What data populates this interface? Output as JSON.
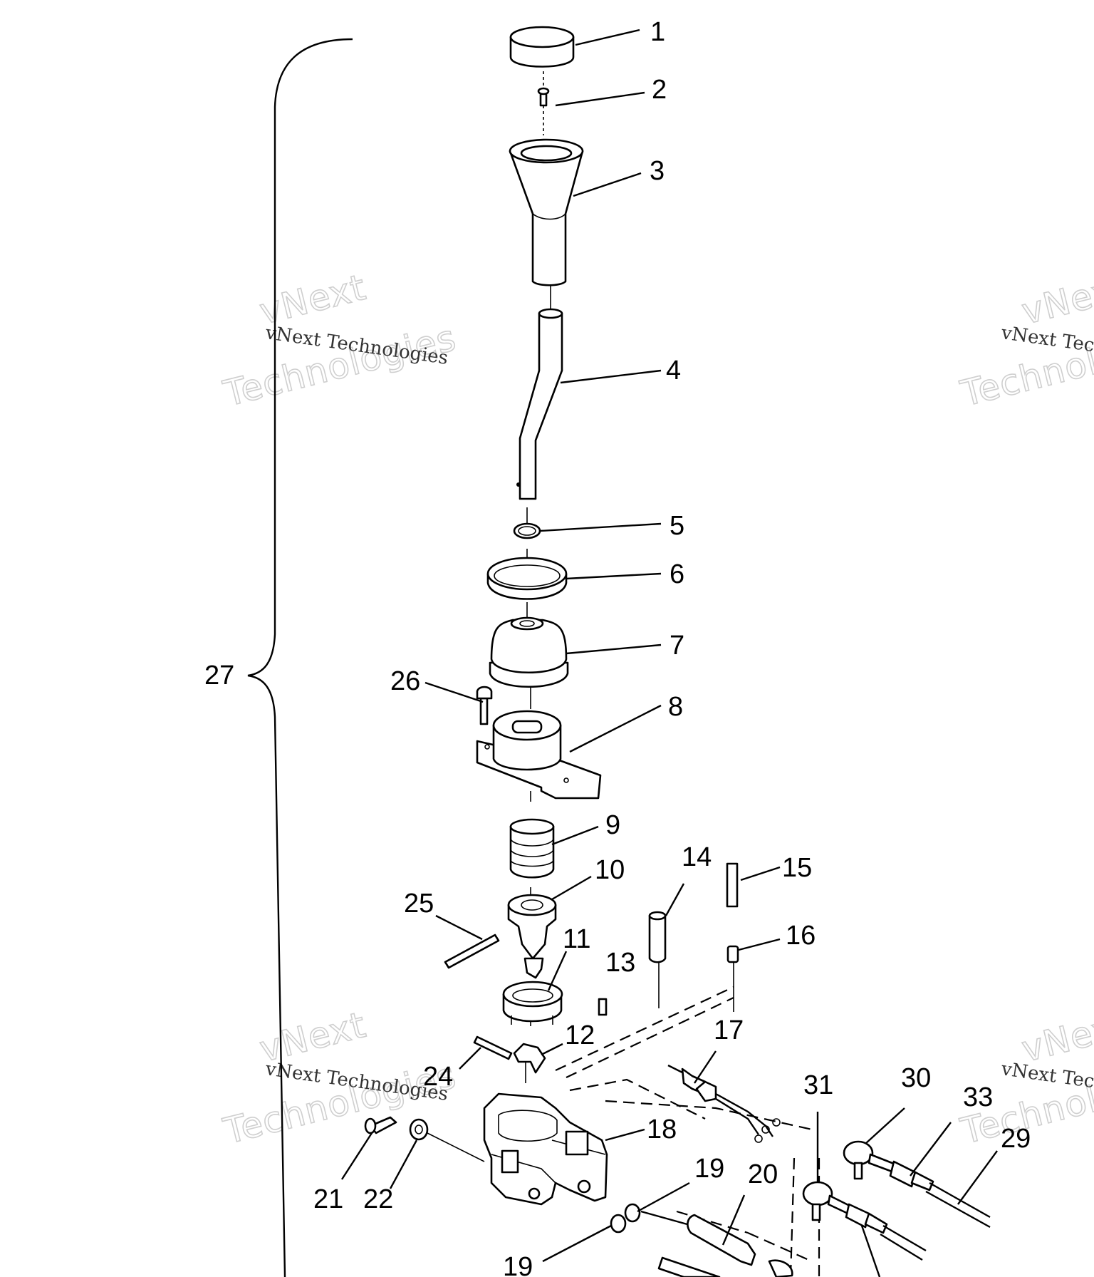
{
  "diagram": {
    "callouts": [
      "1",
      "2",
      "3",
      "4",
      "5",
      "6",
      "7",
      "8",
      "9",
      "10",
      "11",
      "12",
      "13",
      "14",
      "15",
      "16",
      "17",
      "18",
      "19",
      "19",
      "20",
      "21",
      "22",
      "24",
      "25",
      "26",
      "27",
      "29",
      "30",
      "31",
      "33"
    ],
    "watermark_big": [
      "vNext",
      "Technologies"
    ],
    "watermark_small": "vNext Technologies"
  },
  "colors": {
    "ink": "#000000",
    "background": "#ffffff",
    "watermark": "#cfcfcf"
  }
}
